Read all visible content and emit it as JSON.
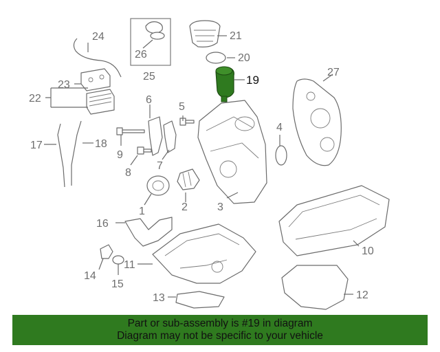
{
  "diagram": {
    "highlight_color": "#2f7a1f",
    "highlighted_part": "19",
    "callouts": [
      "1",
      "2",
      "3",
      "4",
      "5",
      "6",
      "7",
      "8",
      "9",
      "10",
      "11",
      "12",
      "13",
      "14",
      "15",
      "16",
      "17",
      "18",
      "19",
      "20",
      "21",
      "22",
      "23",
      "24",
      "25",
      "26",
      "27"
    ]
  },
  "banner": {
    "line1": "Part or sub-assembly is #19 in diagram",
    "line2": "Diagram may not be specific to your vehicle",
    "background": "#2f7a1f"
  }
}
